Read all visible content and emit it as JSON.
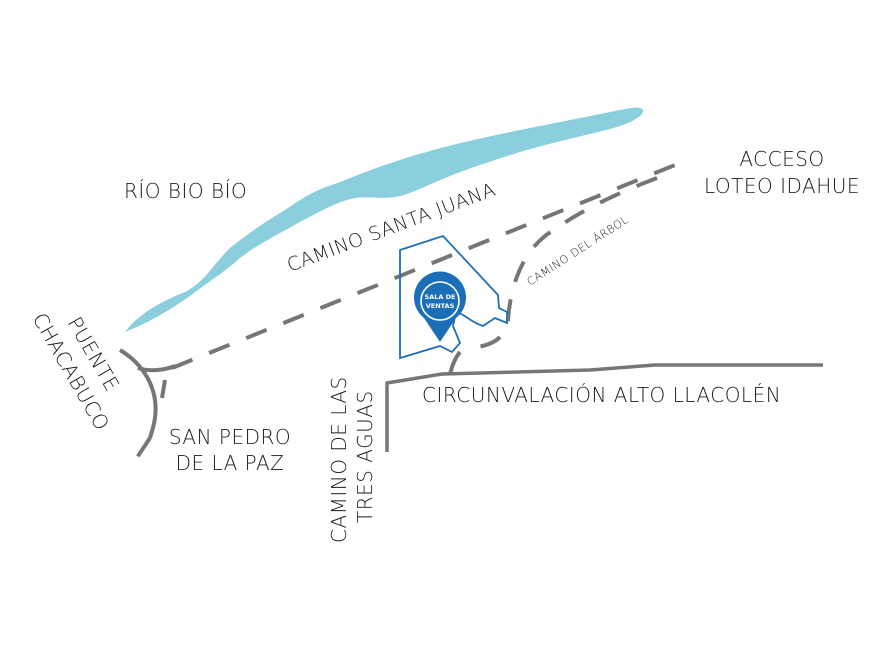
{
  "colors": {
    "river": "#8bcfdf",
    "road": "#767676",
    "lot_outline": "#1f6fb8",
    "pin": "#1c6fb7",
    "text": "#1a1a1a",
    "background": "#ffffff"
  },
  "labels": {
    "river": "RÍO BIO BÍO",
    "camino_santa_juana": "CAMINO SANTA JUANA",
    "acceso_line1": "ACCESO",
    "acceso_line2": "LOTEO IDAHUE",
    "camino_del_arbol": "CAMINO DEL ÁRBOL",
    "puente_line1": "PUENTE",
    "puente_line2": "CHACABUCO",
    "san_pedro_line1": "SAN PEDRO",
    "san_pedro_line2": "DE LA PAZ",
    "tres_aguas_line1": "CAMINO DE LAS",
    "tres_aguas_line2": "TRES AGUAS",
    "circunvalacion": "CIRCUNVALACIÓN ALTO LLACOLÉN"
  },
  "marker": {
    "line1": "SALA DE",
    "line2": "VENTAS",
    "icon": "map-pin-icon"
  }
}
